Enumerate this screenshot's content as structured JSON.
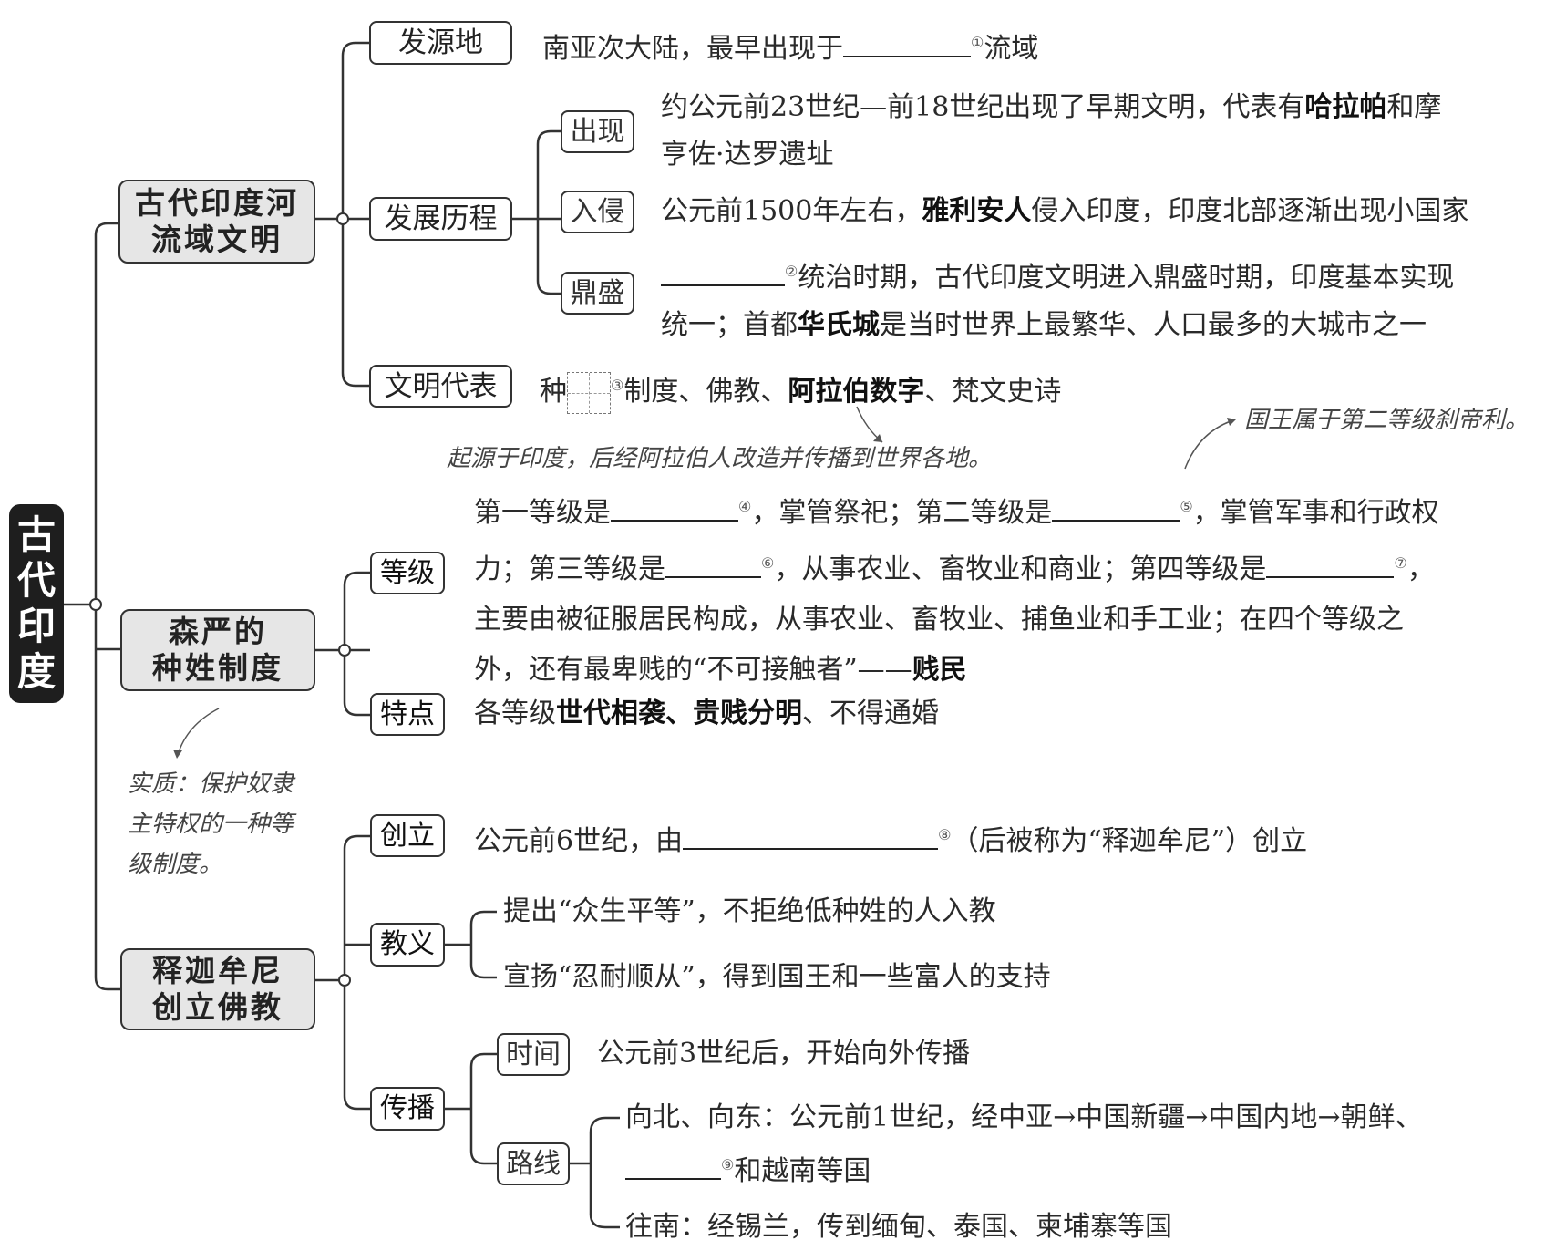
{
  "root": {
    "chars": [
      "古",
      "代",
      "印",
      "度"
    ],
    "title": "古代印度"
  },
  "sections": [
    {
      "title_lines": [
        "古代印度河",
        "流域文明"
      ],
      "branches": [
        {
          "label": "发源地",
          "text_before": "南亚次大陆，最早出现于",
          "blank_no": "①",
          "text_after": "流域"
        },
        {
          "label": "发展历程",
          "children": [
            {
              "label": "出现",
              "line1_a": "约公元前23世纪—前18世纪出现了早期文明，代表有",
              "line1_bold": "哈拉帕",
              "line1_b": "和摩",
              "line2": "亨佐·达罗遗址"
            },
            {
              "label": "入侵",
              "text_a": "公元前1500年左右，",
              "text_bold": "雅利安人",
              "text_b": "侵入印度，印度北部逐渐出现小国家"
            },
            {
              "label": "鼎盛",
              "blank_no": "②",
              "line1": "统治时期，古代印度文明进入鼎盛时期，印度基本实现",
              "line2_a": "统一；首都",
              "line2_bold": "华氏城",
              "line2_b": "是当时世界上最繁华、人口最多的大城市之一"
            }
          ]
        },
        {
          "label": "文明代表",
          "text_a": "种",
          "blank_no": "③",
          "text_b": "制度、佛教、",
          "text_bold": "阿拉伯数字",
          "text_c": "、梵文史诗"
        }
      ],
      "note": "起源于印度，后经阿拉伯人改造并传播到世界各地。"
    },
    {
      "title_lines": [
        "森严的",
        "种姓制度"
      ],
      "branches": [
        {
          "label": "等级",
          "line1": {
            "a": "第一等级是",
            "n1": "④",
            "b": "，掌管祭祀；第二等级是",
            "n2": "⑤",
            "c": "，掌管军事和行政权"
          },
          "line2": {
            "a": "力；第三等级是",
            "n1": "⑥",
            "b": "，从事农业、畜牧业和商业；第四等级是",
            "n2": "⑦",
            "c": "，"
          },
          "line3": "主要由被征服居民构成，从事农业、畜牧业、捕鱼业和手工业；在四个等级之",
          "line4": {
            "a": "外，还有最卑贱的“不可接触者”——",
            "bold": "贱民"
          }
        },
        {
          "label": "特点",
          "a": "各等级",
          "bold1": "世代相袭",
          "sep": "、",
          "bold2": "贵贱分明",
          "b": "、不得通婚"
        }
      ],
      "note_king": "国王属于第二等级刹帝利。",
      "note_essence": [
        "实质：保护奴隶",
        "主特权的一种等",
        "级制度。"
      ]
    },
    {
      "title_lines": [
        "释迦牟尼",
        "创立佛教"
      ],
      "branches": [
        {
          "label": "创立",
          "a": "公元前6世纪，由",
          "blank_no": "⑧",
          "b": "（后被称为“释迦牟尼”）创立"
        },
        {
          "label": "教义",
          "items": [
            "提出“众生平等”，不拒绝低种姓的人入教",
            "宣扬“忍耐顺从”，得到国王和一些富人的支持"
          ]
        },
        {
          "label": "传播",
          "children": [
            {
              "label": "时间",
              "text": "公元前3世纪后，开始向外传播"
            },
            {
              "label": "路线",
              "north_line1": "向北、向东：公元前1世纪，经中亚→中国新疆→中国内地→朝鲜、",
              "north_blank_no": "⑨",
              "north_line2": "和越南等国",
              "south": "往南：经锡兰，传到缅甸、泰国、柬埔寨等国"
            }
          ]
        }
      ]
    }
  ],
  "colors": {
    "root_bg": "#1e1e1e",
    "l1_bg": "#e6e6e6",
    "line": "#333333",
    "text": "#222222"
  }
}
